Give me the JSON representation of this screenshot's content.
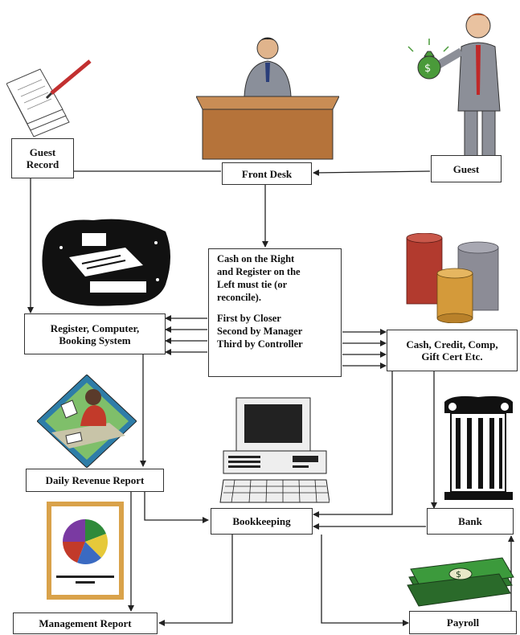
{
  "nodes": {
    "guest_record": "Guest\nRecord",
    "front_desk": "Front Desk",
    "guest": "Guest",
    "register": "Register, Computer,\nBooking System",
    "cash": "Cash, Credit, Comp,\nGift Cert Etc.",
    "daily_revenue": "Daily Revenue Report",
    "bookkeeping": "Bookkeeping",
    "bank": "Bank",
    "management": "Management Report",
    "payroll": "Payroll"
  },
  "note": {
    "line1": "Cash on the Right",
    "line2": "and Register on the",
    "line3": "Left must tie (or",
    "line4": "reconcile).",
    "line5": "First by Closer",
    "line6": "Second by Manager",
    "line7": "Third by Controller"
  },
  "colors": {
    "line": "#222222",
    "desk": "#b5733a",
    "money": "#3c9a3c",
    "coin_red": "#b23a2e",
    "coin_gold": "#d49a3a",
    "coin_gray": "#8c8c96"
  },
  "icons": {
    "guest_record": "paper-pen-icon",
    "front_desk": "clerk-at-desk-icon",
    "guest": "man-with-money-bag-icon",
    "register": "cash-register-icon",
    "cash": "coin-stacks-icon",
    "daily_revenue": "woman-at-desk-icon",
    "bookkeeping": "desktop-computer-icon",
    "bank": "bank-column-icon",
    "management": "pie-chart-report-icon",
    "payroll": "money-stack-icon"
  }
}
